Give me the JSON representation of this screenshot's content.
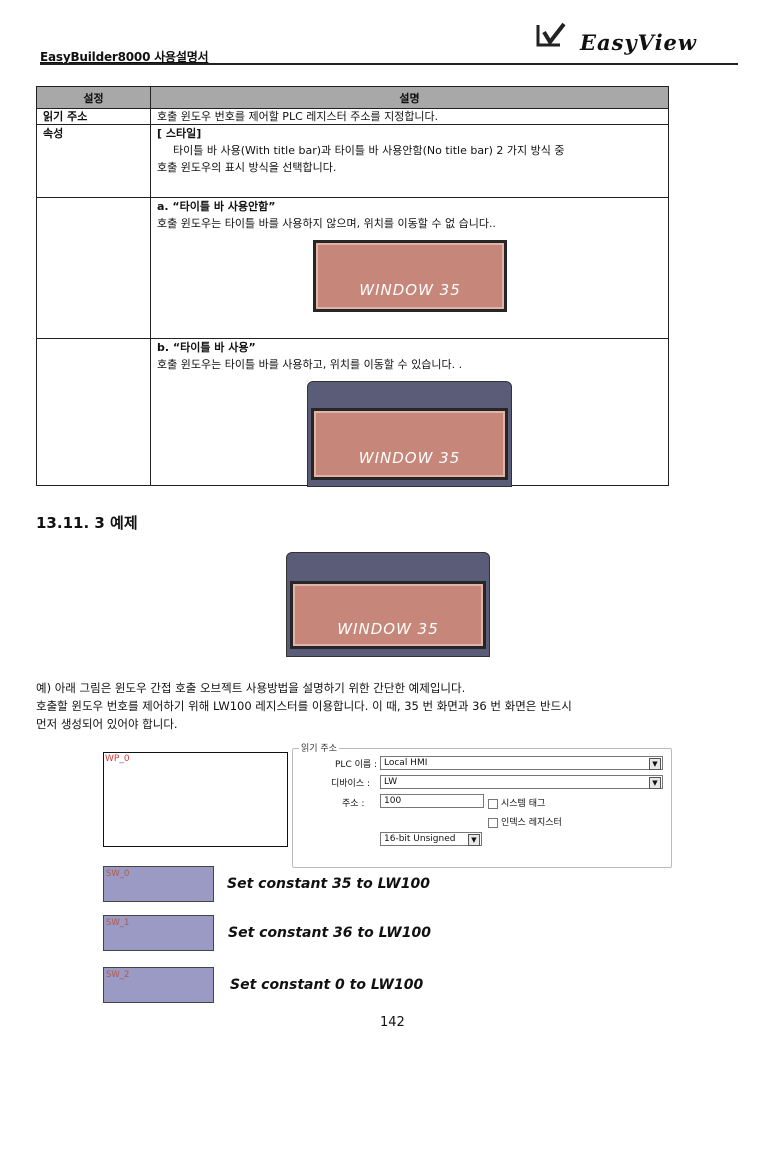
{
  "header": {
    "title": "EasyBuilder8000 사용설명서",
    "logo_text": "EasyView"
  },
  "table": {
    "headers": [
      "설정",
      "설명"
    ],
    "read_address": {
      "label": "읽기 주소",
      "desc": "호출 윈도우 번호를 제어할 PLC 레지스터 주소를 지정합니다."
    },
    "attribute": {
      "label": "속성",
      "style_heading": "[ 스타일]",
      "style_line1": "타이틀 바 사용(With title bar)과 타이틀 바 사용안함(No title bar) 2 가지 방식 중",
      "style_line2": "호출 윈도우의 표시 방식을 선택합니다."
    },
    "option_a": {
      "heading": "a. “타이틀 바 사용안함”",
      "desc": "호출 윈도우는 타이틀 바를 사용하지 않으며, 위치를 이동할 수 없 습니다.."
    },
    "option_b": {
      "heading": "b. “타이틀 바 사용”",
      "desc": "호출 윈도우는 타이틀 바를 사용하고, 위치를 이동할 수 있습니다. ."
    }
  },
  "window_label": "WINDOW 35",
  "section": {
    "title": "13.11. 3 예제"
  },
  "example": {
    "line1": "예) 아래 그림은 윈도우 간접 호출 오브젝트 사용방법을 설명하기 위한 간단한 예제입니다.",
    "line2": "호출할 윈도우 번호를 제어하기 위해 LW100 레지스터를 이용합니다. 이 때, 35 번 화면과 36 번 화면은 반드시",
    "line3": "먼저 생성되어 있어야 합니다."
  },
  "settings_panel": {
    "legend": "읽기 주소",
    "plc_name_label": "PLC 이름 :",
    "plc_name_value": "Local HMI",
    "device_label": "디바이스 :",
    "device_value": "LW",
    "address_label": "주소 :",
    "address_value": "100",
    "system_tag_label": "시스템 태그",
    "index_register_label": "인덱스 레지스터",
    "format_value": "16-bit Unsigned"
  },
  "wp_label": "WP_0",
  "switches": [
    {
      "id": "SW_0",
      "text": "Set constant 35 to LW100"
    },
    {
      "id": "SW_1",
      "text": "Set constant 36 to LW100"
    },
    {
      "id": "SW_2",
      "text": "Set constant 0 to LW100"
    }
  ],
  "page_number": "142",
  "colors": {
    "window_fill": "#c6877a",
    "title_bar": "#5a5c78",
    "switch_fill": "#9a9ac4",
    "header_gray": "#a8a8a8"
  }
}
